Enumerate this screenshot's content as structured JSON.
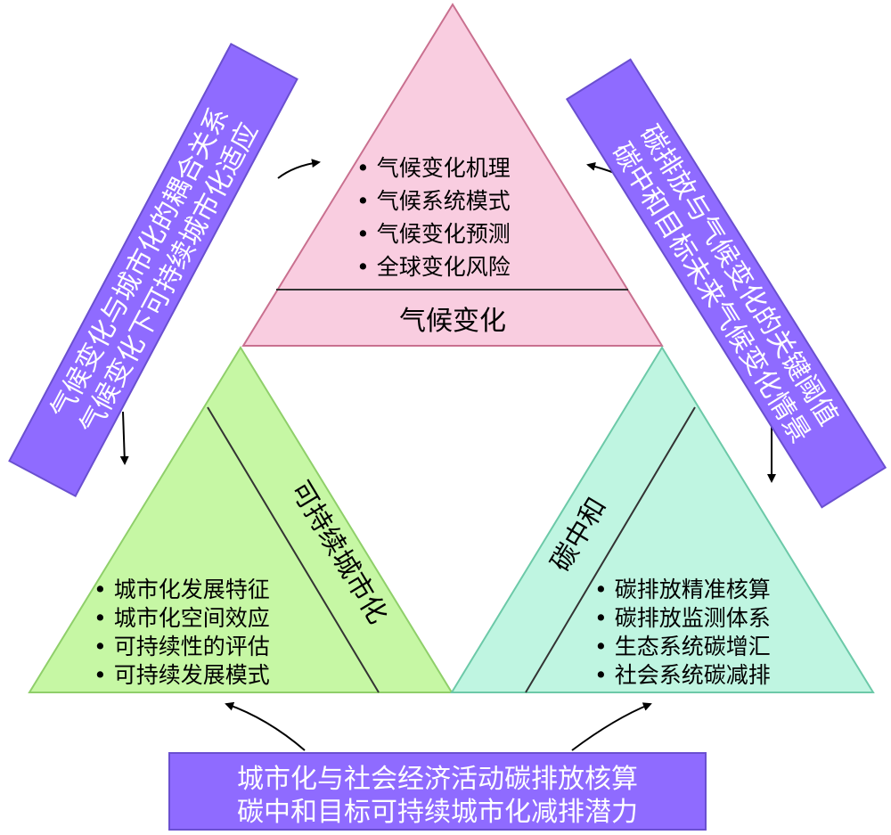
{
  "colors": {
    "climate_fill": "#f9cde0",
    "climate_stroke": "#c9708f",
    "urban_fill": "#c6f7a4",
    "urban_stroke": "#8fcf6a",
    "carbon_fill": "#bff5e1",
    "carbon_stroke": "#6cc9a8",
    "band_fill": "#8f6bff",
    "band_stroke": "#6a4fd0",
    "band_text": "#ffffff"
  },
  "triangles": {
    "climate": {
      "title": "气候变化",
      "items": [
        "• 气候变化机理",
        "• 气候系统模式",
        "• 气候变化预测",
        "• 全球变化风险"
      ]
    },
    "urban": {
      "title": "可持续城市化",
      "items": [
        "• 城市化发展特征",
        "• 城市化空间效应",
        "• 可持续性的评估",
        "• 可持续发展模式"
      ]
    },
    "carbon": {
      "title": "碳中和",
      "items": [
        "• 碳排放精准核算",
        "• 碳排放监测体系",
        "• 生态系统碳增汇",
        "• 社会系统碳减排"
      ]
    }
  },
  "links": {
    "left": {
      "line1": "气候变化与城市化的耦合关系",
      "line2": "气候变化下可持续城市化适应"
    },
    "right": {
      "line1": "碳排放与气候变化的关键阈值",
      "line2": "碳中和目标未来气候变化情景"
    },
    "bottom": {
      "line1": "城市化与社会经济活动碳排放核算",
      "line2": "碳中和目标可持续城市化减排潜力"
    }
  },
  "arrows": [
    {
      "name": "left-up-arrow",
      "direction": "to-climate"
    },
    {
      "name": "left-down-arrow",
      "direction": "to-urban"
    },
    {
      "name": "right-up-arrow",
      "direction": "to-climate"
    },
    {
      "name": "right-down-arrow",
      "direction": "to-carbon"
    },
    {
      "name": "bottom-left-arrow",
      "direction": "to-urban"
    },
    {
      "name": "bottom-right-arrow",
      "direction": "to-carbon"
    }
  ]
}
